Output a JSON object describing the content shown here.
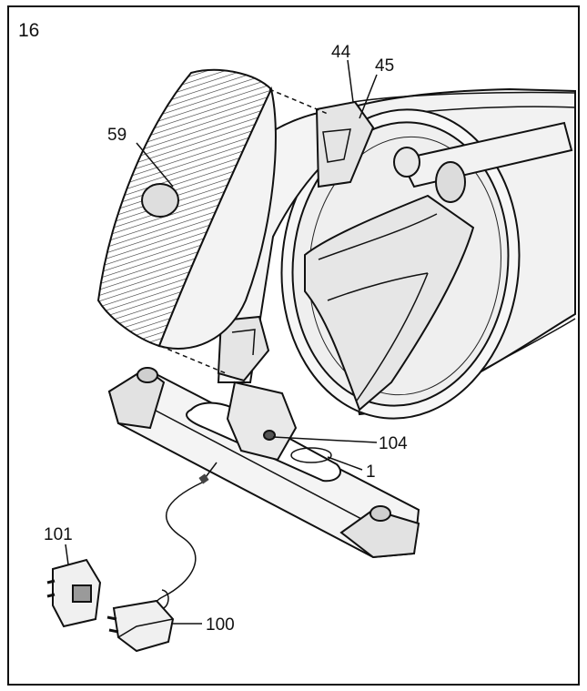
{
  "step_number": "16",
  "callouts": [
    {
      "id": "callout-44",
      "text": "44"
    },
    {
      "id": "callout-45",
      "text": "45"
    },
    {
      "id": "callout-59",
      "text": "59"
    },
    {
      "id": "callout-104",
      "text": "104"
    },
    {
      "id": "callout-1",
      "text": "1"
    },
    {
      "id": "callout-101",
      "text": "101"
    },
    {
      "id": "callout-100",
      "text": "100"
    }
  ]
}
